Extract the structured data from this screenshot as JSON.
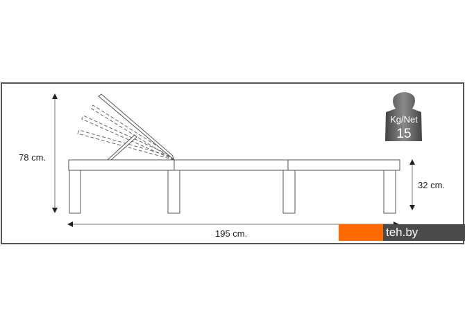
{
  "diagram": {
    "height_label": "78 cm.",
    "seat_height_label": "32 cm.",
    "length_label": "195 cm.",
    "weight": {
      "unit": "Kg/Net",
      "value": "15"
    }
  },
  "watermark": {
    "text": "teh.by",
    "orange": "#ff6a00",
    "dark": "#4a4a4a"
  }
}
